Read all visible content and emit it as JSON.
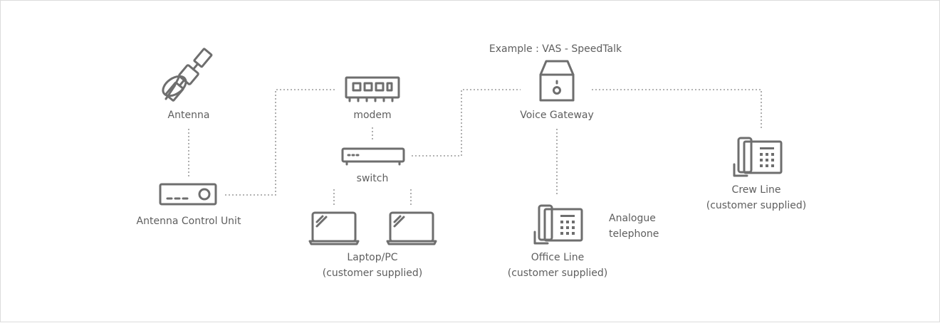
{
  "nodes": {
    "antenna": {
      "label": "Antenna"
    },
    "acu": {
      "label": "Antenna Control Unit"
    },
    "modem": {
      "label": "modem"
    },
    "switch": {
      "label": "switch"
    },
    "laptop": {
      "label": "Laptop/PC",
      "sublabel": "(customer supplied)"
    },
    "gateway": {
      "label": "Voice Gateway",
      "example": "Example : VAS - SpeedTalk"
    },
    "office": {
      "label": "Office Line",
      "sublabel": "(customer supplied)"
    },
    "analogue": {
      "line1": "Analogue",
      "line2": "telephone"
    },
    "crew": {
      "label": "Crew Line",
      "sublabel": "(customer supplied)"
    }
  },
  "colors": {
    "icon": "#6e6e6e",
    "connector": "#9a9a9a",
    "text": "#5e5e5e",
    "border": "#dcdcdc"
  }
}
